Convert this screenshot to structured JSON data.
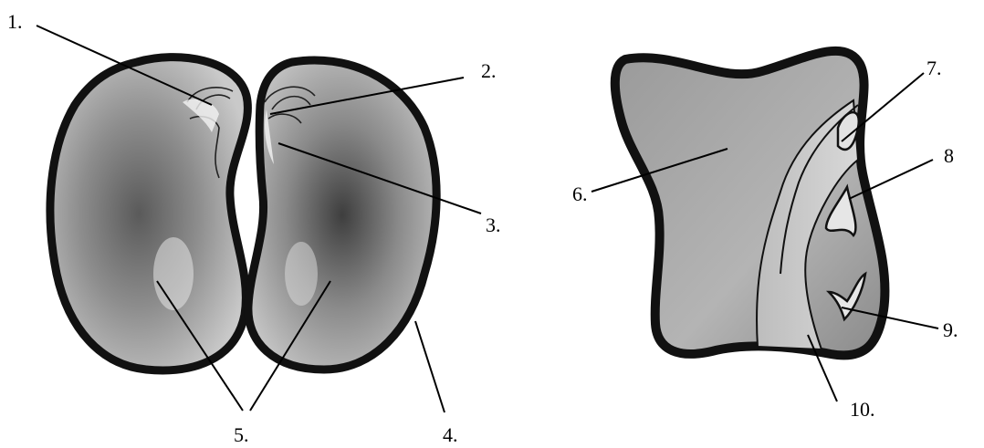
{
  "diagram": {
    "labels": [
      "1.",
      "2.",
      "3.",
      "4.",
      "5.",
      "6.",
      "7.",
      "8",
      "9.",
      "10."
    ]
  }
}
